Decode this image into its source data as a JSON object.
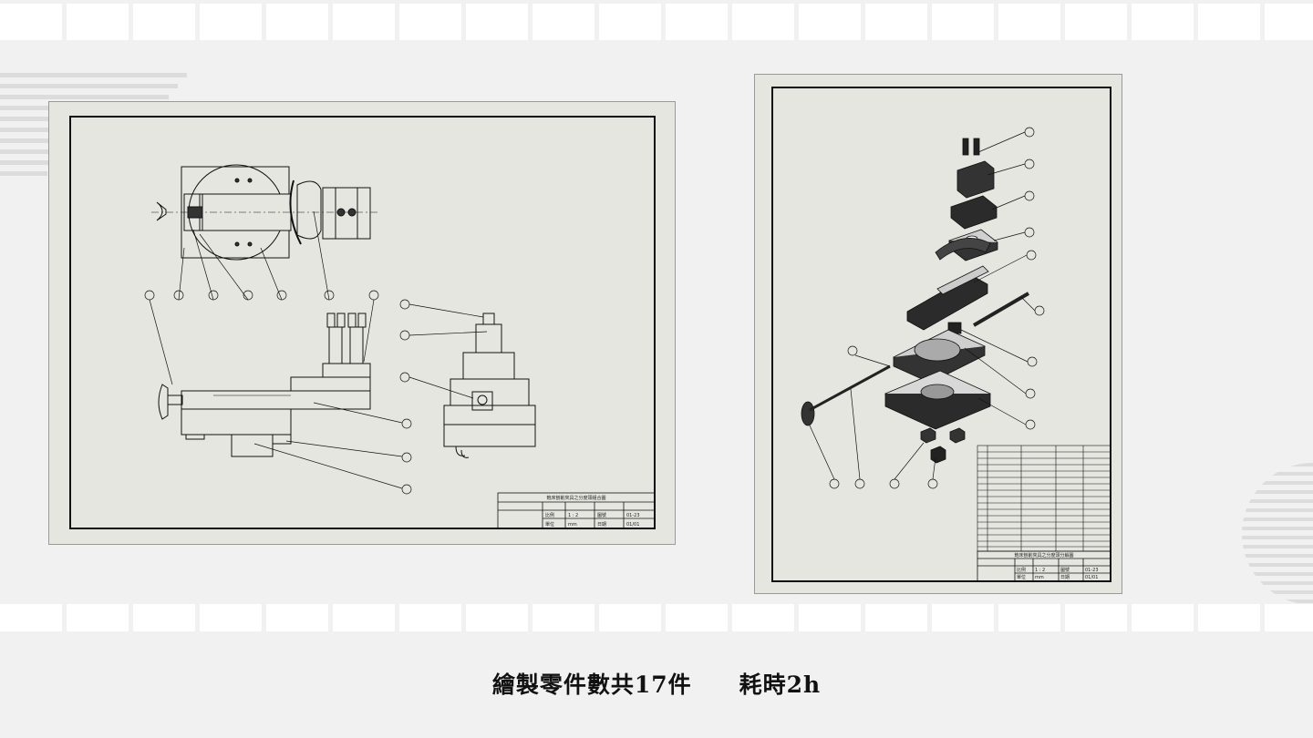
{
  "caption": "繪製零件數共17件　　耗時2h",
  "colors": {
    "background": "#f1f1f1",
    "tile": "#ffffff",
    "sheet": "#e6e6e0",
    "line": "#111111",
    "stripe": "#d9d9d9"
  },
  "left_drawing": {
    "title_block": {
      "title": "鉋床刨削夾具之分度頭組合圖",
      "rows": [
        [
          "比例",
          "1 : 2",
          "圖號",
          "01-23"
        ],
        [
          "單位",
          "mm",
          "日期",
          "01/01"
        ]
      ]
    }
  },
  "right_drawing": {
    "title_block": {
      "title": "鉋床刨削夾具之分度頭分解圖",
      "rows": [
        [
          "比例",
          "1 : 2",
          "圖號",
          "01-23"
        ],
        [
          "單位",
          "mm",
          "日期",
          "01/01"
        ]
      ]
    }
  }
}
